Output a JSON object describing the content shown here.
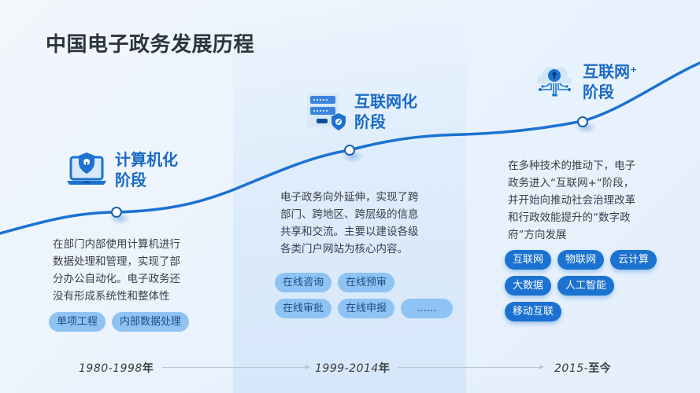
{
  "title": "中国电子政务发展历程",
  "colors": {
    "accent": "#1a6ac4",
    "curve": "#1b72d0",
    "tag_light": "#8ec3f3",
    "tag_dark": "#1b72d0",
    "title": "#2c3440"
  },
  "stages": [
    {
      "title_line1": "计算机化",
      "title_line2": "阶段",
      "icon": "laptop-shield-icon",
      "description": "在部门内部使用计算机进行数据处理和管理，实现了部分办公自动化。电子政务还没有形成系统性和整体性",
      "desc_lines": [
        "在部门内部使用计算机进行",
        "数据处理和管理，实现了部",
        "分办公自动化。电子政务还",
        "没有形成系统性和整体性"
      ],
      "tags": [
        "单项工程",
        "内部数据处理"
      ],
      "period": "1980-1998",
      "period_suffix": "年"
    },
    {
      "title_line1": "互联网化",
      "title_line2": "阶段",
      "icon": "server-shield-icon",
      "description": "电子政务向外延伸，实现了跨部门、跨地区、跨层级的信息共享和交流。主要以建设各级各类门户网站为核心内容。",
      "desc_lines": [
        "电子政务向外延伸，实现了跨",
        "部门、跨地区、跨层级的信息",
        "共享和交流。主要以建设各级",
        "各类门户网站为核心内容。"
      ],
      "tags": [
        "在线咨询",
        "在线预审",
        "在线审批",
        "在线申报",
        "......"
      ],
      "period": "1999-2014",
      "period_suffix": "年"
    },
    {
      "title_line1": "互联网",
      "title_sup": "+",
      "title_line2": "阶段",
      "icon": "cloud-lock-network-icon",
      "description": "在多种技术的推动下，电子政务进入“互联网+“阶段，并开始向推动社会治理改革和行政效能提升的“数字政府”方向发展",
      "desc_lines": [
        "在多种技术的推动下，电子",
        "政务进入“互联网+“阶段，",
        "并开始向推动社会治理改革",
        "和行政效能提升的“数字政",
        "府”方向发展"
      ],
      "tags": [
        "互联网",
        "物联网",
        "云计算",
        "大数据",
        "人工智能",
        "移动互联"
      ],
      "period": "2015-",
      "period_suffix": "至今"
    }
  ]
}
